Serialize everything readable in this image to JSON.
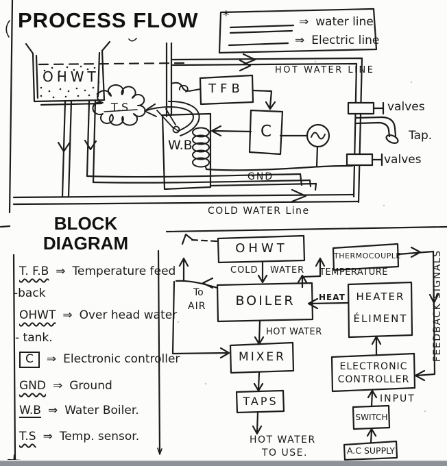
{
  "titles": {
    "process_flow": "PROCESS FLOW",
    "block_line1": "BLOCK",
    "block_line2": "DIAGRAM"
  },
  "legend_box": {
    "star": "*",
    "water": {
      "arrow": "⇒",
      "label": "water line"
    },
    "electric": {
      "arrow": "⇒",
      "label": "Electric line"
    }
  },
  "process_flow": {
    "ohwt": "OHWT",
    "ts": "T.S",
    "wb": "W.B",
    "tfb": "TFB",
    "controller": "C",
    "hot_water_line": "HOT WATER LINE",
    "cold_water_line": "COLD WATER Line",
    "gnd": "GND",
    "valves_top": "valves",
    "valves_bottom": "valves",
    "tap": "Tap."
  },
  "abbreviations": [
    {
      "term": "T. F.B",
      "arrow": "⇒",
      "meaning": "Temperature feed",
      "meaning2": "-back"
    },
    {
      "term": "OHWT",
      "arrow": "⇒",
      "meaning": "Over head water",
      "meaning2": "- tank."
    },
    {
      "term": "C",
      "arrow": "⇒",
      "meaning": "Electronic controller"
    },
    {
      "term": "GND",
      "arrow": "⇒",
      "meaning": "Ground"
    },
    {
      "term": "W.B",
      "arrow": "⇒",
      "meaning": "Water Boiler."
    },
    {
      "term": "T.S",
      "arrow": "⇒",
      "meaning": "Temp. sensor."
    }
  ],
  "block_diagram": {
    "nodes": {
      "ohwt": "OHWT",
      "boiler": "BOILER",
      "mixer": "MIXER",
      "taps": "TAPS",
      "thermocouple": "THERMOCOUPLE",
      "heater_line1": "HEATER",
      "heater_line2": "ÉLIMENT",
      "controller_line1": "ELECTRONIC",
      "controller_line2": "CONTROLLER",
      "switch": "SWITCH",
      "ac_supply": "A.C SUPPLY"
    },
    "labels": {
      "cold": "COLD",
      "water": "WATER",
      "to": "To",
      "air": "AIR",
      "heat": "HEAT",
      "temperature": "TEMPERATURE",
      "hot_water": "HOT WATER",
      "feedback_signals": "FEEDBACK SIGNALS",
      "input": "INPUT",
      "use_line1": "HOT WATER",
      "use_line2": "TO USE."
    }
  }
}
